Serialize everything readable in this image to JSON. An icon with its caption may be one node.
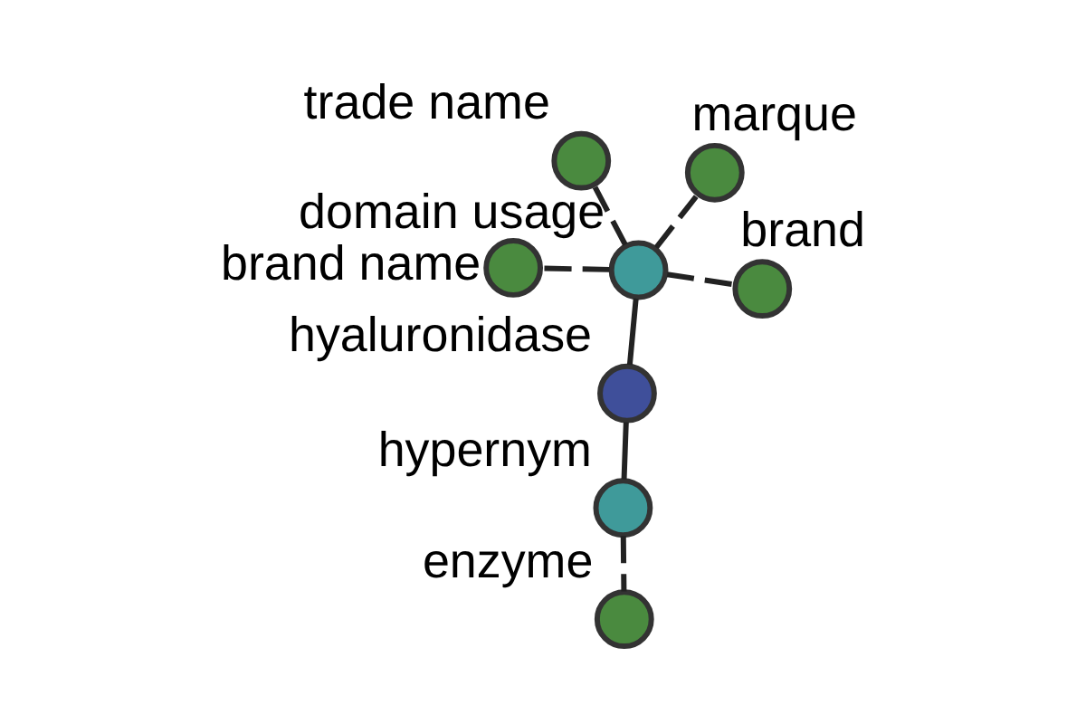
{
  "diagram": {
    "nodes": [
      {
        "text": [
          "hyaluronidase"
        ]
      },
      {
        "text": [
          "hypernym"
        ]
      },
      {
        "text": [
          "enzyme"
        ]
      },
      {
        "text": [
          "domain usage"
        ]
      },
      {
        "text": [
          "marque"
        ]
      },
      {
        "text": [
          "trade name"
        ]
      },
      {
        "text": [
          "brand name"
        ]
      },
      {
        "text": [
          "brand"
        ]
      }
    ],
    "edges": [
      {
        "from": 0,
        "to": 1,
        "arrow": "none"
      },
      {
        "from": 1,
        "to": 2,
        "arrow": "none",
        "style": "dashed"
      },
      {
        "from": 0,
        "to": 3,
        "arrow": "none"
      },
      {
        "from": 3,
        "to": 4,
        "arrow": "none",
        "style": "dashed"
      },
      {
        "from": 3,
        "to": 5,
        "arrow": "none",
        "style": "dashed"
      },
      {
        "from": 3,
        "to": 6,
        "arrow": "none",
        "style": "dashed"
      },
      {
        "from": 3,
        "to": 7,
        "arrow": "none",
        "style": "dashed"
      }
    ]
  }
}
